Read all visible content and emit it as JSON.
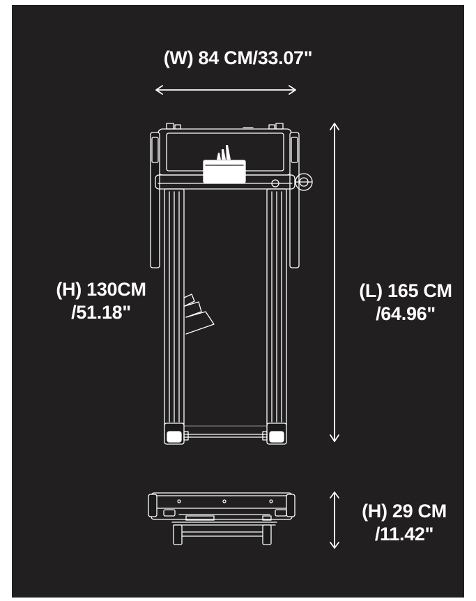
{
  "dimensions": {
    "width": "(W) 84 CM/33.07\"",
    "height_line1": "(H) 130CM",
    "height_line2": "/51.18\"",
    "length_line1": "(L) 165 CM",
    "length_line2": "/64.96\"",
    "folded_height_line1": "(H) 29 CM",
    "folded_height_line2": "/11.42\""
  },
  "colors": {
    "background": "#211f20",
    "line": "#ffffff"
  },
  "icons": [
    "brand-logo-icon",
    "dimension-arrow-icon"
  ]
}
